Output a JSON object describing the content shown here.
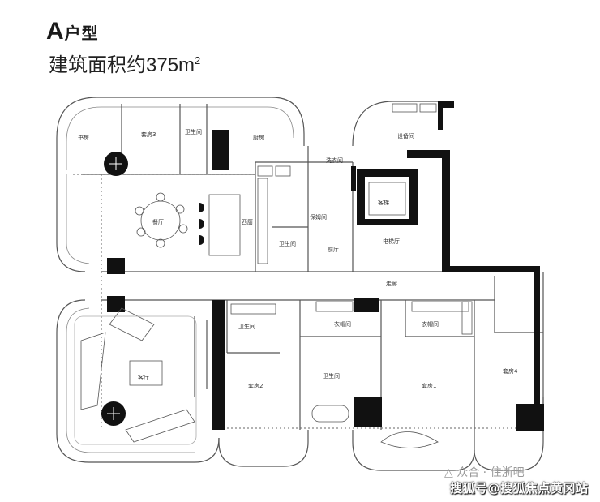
{
  "header": {
    "type_letter": "A",
    "type_suffix": "户型",
    "area_label": "建筑面积约375m",
    "area_sup": "2"
  },
  "rooms": {
    "study": "书房",
    "suite3": "套房3",
    "bath_a": "卫生间",
    "kitchen": "厨房",
    "laundry": "洗衣间",
    "equipment": "设备间",
    "dining": "餐厅",
    "western_kitchen": "西厨",
    "nanny": "保姆间",
    "bath_b": "卫生间",
    "foyer": "前厅",
    "guest_lift": "客梯",
    "lift_lobby": "电梯厅",
    "corridor": "走廊",
    "bath_c": "卫生间",
    "closet_a": "衣帽间",
    "closet_b": "衣帽间",
    "bath_d": "卫生间",
    "living": "客厅",
    "suite2": "套房2",
    "suite1": "套房1",
    "suite4": "套房4"
  },
  "watermark": {
    "line1": "△ 众合 · 住浙吧",
    "line2": "搜狐号@搜狐焦点黄冈站"
  }
}
